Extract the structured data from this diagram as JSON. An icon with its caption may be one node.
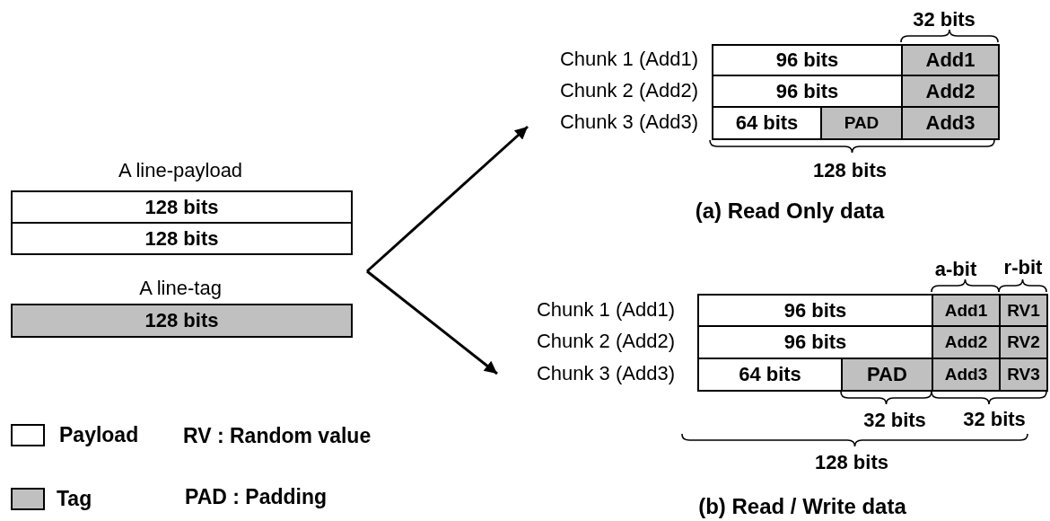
{
  "diagram": {
    "nodes": [
      {
        "text": [
          "128 bits"
        ]
      },
      {
        "text": [
          "128 bits"
        ]
      },
      {
        "text": [
          "128 bits"
        ]
      },
      {
        "text": [
          "Chunk 1 (Add1)"
        ]
      },
      {
        "text": [
          "Chunk 2 (Add2)"
        ]
      },
      {
        "text": [
          "Chunk 3 (Add3)"
        ]
      },
      {
        "text": [
          "96 bits"
        ]
      },
      {
        "text": [
          "Add1"
        ]
      },
      {
        "text": [
          "96 bits"
        ]
      },
      {
        "text": [
          "Add2"
        ]
      },
      {
        "text": [
          "64 bits"
        ]
      },
      {
        "text": [
          "PAD"
        ]
      },
      {
        "text": [
          "Add3"
        ]
      },
      {
        "text": [
          "Chunk 1 (Add1)"
        ]
      },
      {
        "text": [
          "Chunk 2 (Add2)"
        ]
      },
      {
        "text": [
          "Chunk 3 (Add3)"
        ]
      },
      {
        "text": [
          "96 bits"
        ]
      },
      {
        "text": [
          "Add1"
        ]
      },
      {
        "text": [
          "RV1"
        ]
      },
      {
        "text": [
          "96 bits"
        ]
      },
      {
        "text": [
          "Add2"
        ]
      },
      {
        "text": [
          "RV2"
        ]
      },
      {
        "text": [
          "64 bits"
        ]
      },
      {
        "text": [
          "PAD"
        ]
      },
      {
        "text": [
          "Add3"
        ]
      },
      {
        "text": [
          "RV3"
        ]
      }
    ],
    "edges": [
      {
        "from": null,
        "to": 5,
        "arrow": "to"
      },
      {
        "from": null,
        "to": 15,
        "arrow": "to"
      }
    ],
    "labels": [
      "32 bits",
      "A line-payload",
      "128 bits",
      "(a) Read Only data",
      "a-bit",
      "r-bit",
      "A line-tag",
      "32 bits",
      "32 bits",
      "128 bits",
      "RV : Random value",
      "PAD : Padding",
      "(b) Read / Write data"
    ],
    "legend": [
      {
        "text": "Payload",
        "color": "#ffffff"
      },
      {
        "text": "Tag",
        "color": "#c0c0c0"
      }
    ]
  }
}
